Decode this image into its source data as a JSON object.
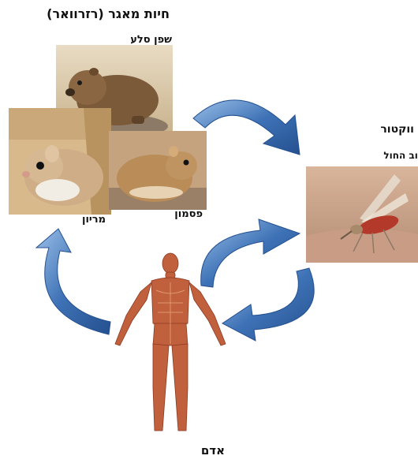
{
  "labels": {
    "reservoir_title": "חיות מאגר (רזרוואר)",
    "rock_hyrax": "שפן סלע",
    "gerbil": "מריון",
    "sand_rat": "פסמון",
    "vector_title": "ווקטור",
    "sandfly": "זבוב החול",
    "human": "אדם"
  },
  "colors": {
    "arrow_fill": "#3e72b6",
    "arrow_dark": "#24508f",
    "arrow_light": "#9cc0e8",
    "muscle": "#c0603c",
    "sand": "#c9a77a",
    "skin": "#e3c4b0"
  },
  "icons": {
    "cycle": "circular-arrow-icon",
    "animal": "rodent-photo",
    "insect": "sandfly-photo",
    "person": "human-anatomy-figure"
  }
}
